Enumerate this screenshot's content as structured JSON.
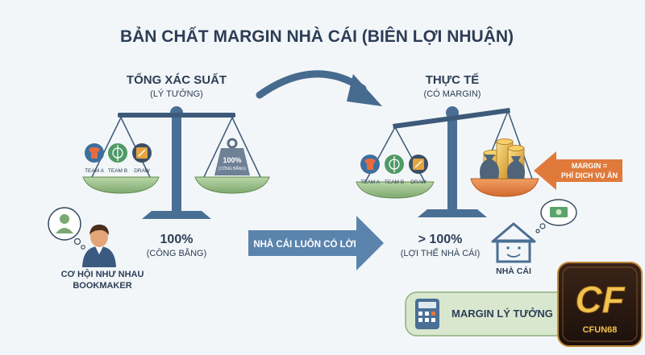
{
  "title": "BẢN CHẤT MARGIN NHÀ CÁI (BIÊN LỢI NHUẬN)",
  "left": {
    "heading": "TỔNG XÁC SUẤT",
    "subheading": "(LÝ TƯỞNG)",
    "items": [
      "TEAM A",
      "TEAM B",
      "DRAW"
    ],
    "weight_value": "100%",
    "weight_label": "(CÔNG BẰNG)",
    "value": "100%",
    "value_label": "(CÔNG BẰNG)",
    "person_caption_1": "CƠ HỘI NHƯ NHAU",
    "person_caption_2": "BOOKMAKER"
  },
  "right": {
    "heading": "THỰC TẾ",
    "subheading": "(CÓ MARGIN)",
    "items": [
      "TEAM A",
      "TEAM B",
      "DRAW"
    ],
    "value": "> 100%",
    "value_label": "(LỢI THẾ NHÀ CÁI)",
    "house_label": "NHÀ CÁI",
    "margin_tag_1": "MARGIN =",
    "margin_tag_2": "PHÍ DỊCH VỤ ẨN",
    "ideal_margin": "MARGIN LÝ TƯỞNG"
  },
  "arrow_text": "NHÀ CÁI LUÔN CÓ LỜI",
  "logo": {
    "text": "CFUN68"
  },
  "colors": {
    "navy": "#2c3e57",
    "steel": "#4a6f95",
    "arrow_blue": "#5b84ad",
    "green": "#9bbf8c",
    "orange": "#e07a3b",
    "gold": "#e0a63c",
    "logo_bg": "#2a1a12"
  }
}
